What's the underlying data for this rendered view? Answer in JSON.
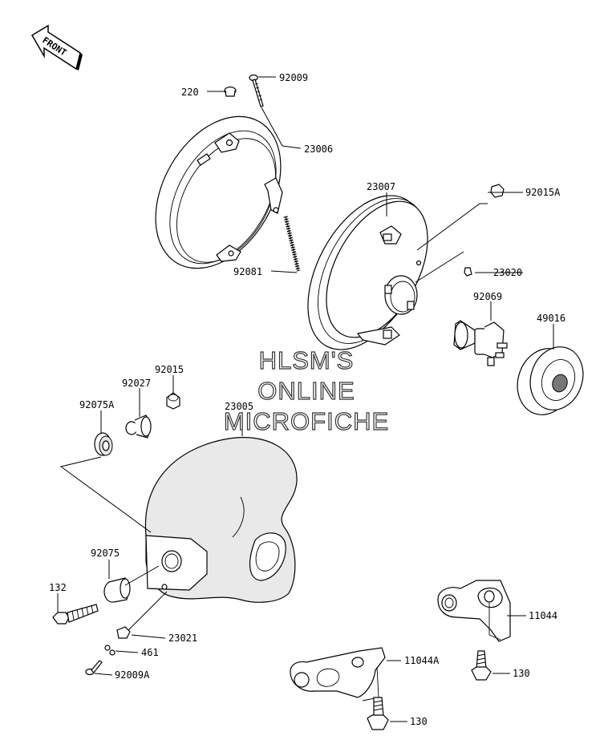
{
  "watermark": {
    "line1": "HLSM'S",
    "line2": "ONLINE",
    "line3": "MICROFICHE"
  },
  "direction_badge": {
    "text": "FRONT",
    "icon": "front-arrow-icon"
  },
  "part_numbers": {
    "p220": "220",
    "p92009": "92009",
    "p23006": "23006",
    "p92081": "92081",
    "p23007": "23007",
    "p92015A": "92015A",
    "p23020": "23020",
    "p92069": "92069",
    "p49016": "49016",
    "p92015": "92015",
    "p92027": "92027",
    "p92075A": "92075A",
    "p23005": "23005",
    "p92075": "92075",
    "p132": "132",
    "p23021": "23021",
    "p461": "461",
    "p92009A": "92009A",
    "p11044": "11044",
    "p11044A": "11044A",
    "p130a": "130",
    "p130b": "130"
  }
}
